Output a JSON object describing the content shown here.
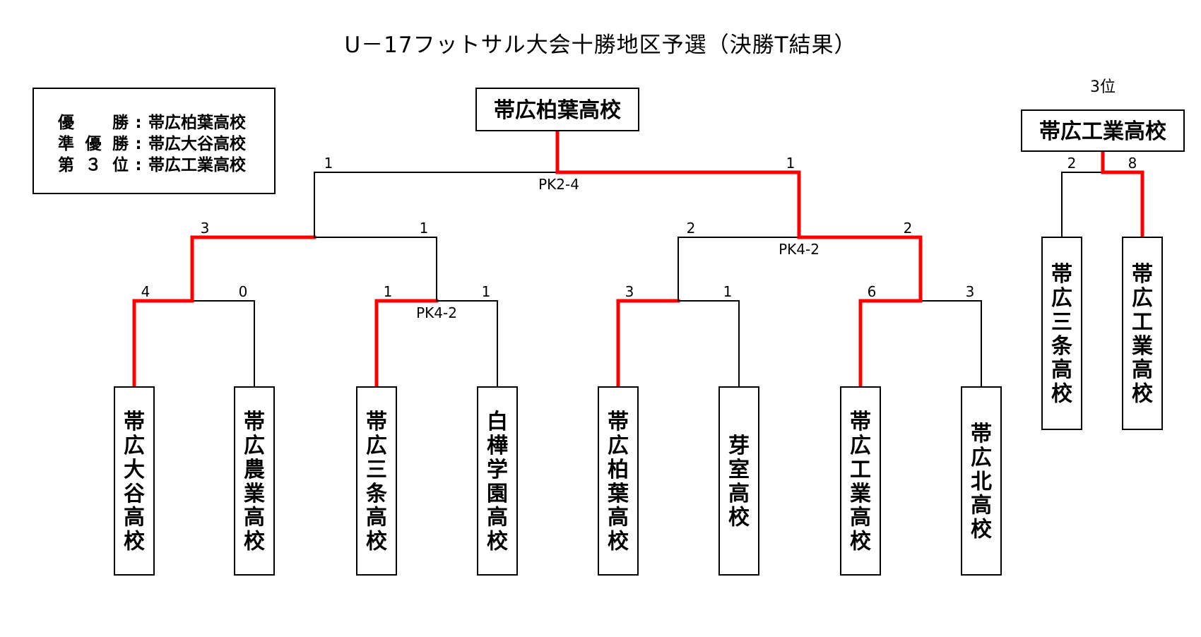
{
  "title": "U－17フットサル大会十勝地区予選（決勝T結果）",
  "summary": [
    {
      "label": "優　勝",
      "school": "帯広柏葉高校"
    },
    {
      "label": "準優勝",
      "school": "帯広大谷高校"
    },
    {
      "label": "第３位",
      "school": "帯広工業高校"
    }
  ],
  "colors": {
    "winner_path": "#ff0000",
    "line": "#000000"
  },
  "champion": "帯広柏葉高校",
  "third_place": {
    "label": "3位",
    "winner": "帯広工業高校"
  },
  "teams": [
    "帯広大谷高校",
    "帯広農業高校",
    "帯広三条高校",
    "白樺学園高校",
    "帯広柏葉高校",
    "芽室高校",
    "帯広工業高校",
    "帯広北高校"
  ],
  "third_teams": [
    "帯広三条高校",
    "帯広工業高校"
  ],
  "scores": {
    "r1": [
      [
        "4",
        "0"
      ],
      [
        "1",
        "1"
      ],
      [
        "3",
        "1"
      ],
      [
        "6",
        "3"
      ]
    ],
    "r1_pk": [
      "",
      "PK4-2",
      "",
      ""
    ],
    "semi": [
      [
        "3",
        "1"
      ],
      [
        "2",
        "2"
      ]
    ],
    "semi_pk": [
      "",
      "PK4-2"
    ],
    "final": [
      "1",
      "1"
    ],
    "final_pk": "PK2-4",
    "third": [
      "2",
      "8"
    ]
  }
}
